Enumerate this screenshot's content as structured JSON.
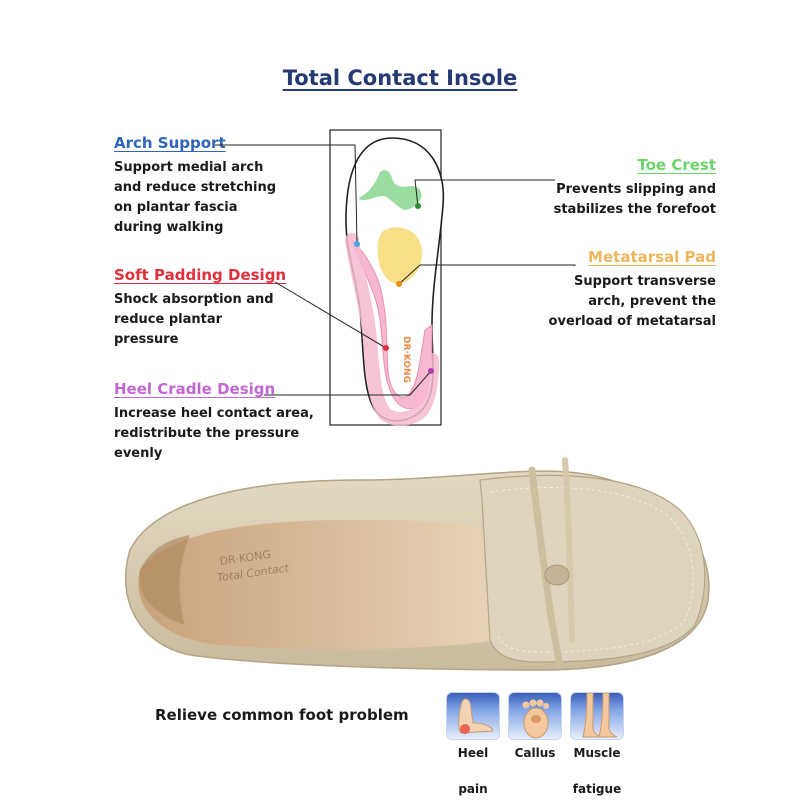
{
  "title": "Total Contact Insole",
  "features": {
    "arch": {
      "title": "Arch Support",
      "lines": [
        "Support medial arch",
        "and reduce stretching",
        "on plantar fascia",
        "during walking"
      ],
      "color": "#2f66b9"
    },
    "soft": {
      "title": "Soft Padding Design",
      "lines": [
        "Shock absorption and",
        "reduce plantar",
        "pressure"
      ],
      "color": "#e0303c"
    },
    "heel": {
      "title": "Heel Cradle Design",
      "lines": [
        "Increase heel contact area,",
        "redistribute the pressure",
        "evenly"
      ],
      "color": "#c266d1"
    },
    "toe": {
      "title": "Toe Crest",
      "lines": [
        "Prevents slipping and",
        "stabilizes the forefoot"
      ],
      "color": "#6bd46b"
    },
    "meta": {
      "title": "Metatarsal Pad",
      "lines": [
        "Support transverse",
        "arch, prevent the",
        "overload of metatarsal"
      ],
      "color": "#efb55a"
    }
  },
  "insole_brand": "DR·KONG",
  "shoe_insole_text": [
    "DR·KONG",
    "Total Contact"
  ],
  "relieve_label": "Relieve common foot problem",
  "problems": [
    {
      "label_lines": [
        "Heel",
        "pain"
      ],
      "icon": "heel-pain-icon"
    },
    {
      "label_lines": [
        "Callus"
      ],
      "icon": "callus-icon"
    },
    {
      "label_lines": [
        "Muscle",
        "fatigue"
      ],
      "icon": "muscle-fatigue-icon"
    }
  ],
  "colors": {
    "title": "#253a73",
    "pink_padding": "#f6b8d0",
    "yellow_pad": "#f9df86",
    "green_crest": "#9bdca0",
    "shoe_beige": "#d9ceb6"
  }
}
